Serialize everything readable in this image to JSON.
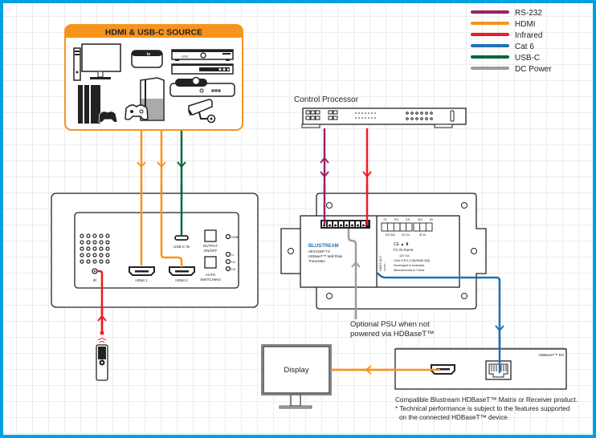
{
  "legend": [
    {
      "label": "RS-232",
      "color": "#9b2167"
    },
    {
      "label": "HDMI",
      "color": "#f7941d"
    },
    {
      "label": "Infrared",
      "color": "#ed1c24"
    },
    {
      "label": "Cat 6",
      "color": "#1f72b8"
    },
    {
      "label": "USB-C",
      "color": "#006837"
    },
    {
      "label": "DC Power",
      "color": "#9d9d9d"
    }
  ],
  "source": {
    "title": "HDMI & USB-C SOURCE",
    "devices": [
      "pc-icon",
      "apple-tv-icon",
      "set-top-box-icon",
      "blu-ray-icon",
      "game-console-icon",
      "xbox-icon",
      "cable-box-icon",
      "cctv-camera-icon"
    ],
    "apple_tv_label": "tv",
    "stb_label": "STB"
  },
  "wall_plate_front": {
    "ir_label": "IR",
    "hdmi1_label": "HDMI 1",
    "hdmi2_label": "HDMI 2",
    "usbc_label": "USB-C IN",
    "output_label_1": "OUTPUT",
    "output_label_2": "ON/OFF",
    "auto_label_1": "AUTO",
    "auto_label_2": "SWITCHING",
    "led_labels": [
      "HDB",
      "U",
      "H1",
      "H2"
    ]
  },
  "control_processor": {
    "label": "Control Processor"
  },
  "wall_plate_back": {
    "brand": "BLUSTREAM",
    "model": "HEX21WP-TX",
    "desc_1": "HDBaseT™ Wall Plate",
    "desc_2": "Transmitter",
    "terminal_labels": [
      "TX",
      "RX",
      "CH",
      "SIG",
      "5V"
    ],
    "group_labels": [
      "RS-232",
      "DC IN",
      "IR IN"
    ],
    "hdbt_out": "HDBT OUT",
    "hdbt_sub": "12VDC",
    "power_spec": "12V 1A",
    "regulatory": "CAN ICES-3 (B)/NMB-3(B)",
    "dev_1": "Developed in Australia.",
    "dev_2": "Manufactured in China."
  },
  "psu_note": {
    "line_1": "Optional PSU when not",
    "line_2": "powered via HDBaseT™"
  },
  "display": {
    "label": "Display"
  },
  "receiver": {
    "label": "HDBaseT™ RX",
    "note_1": "Compatible Blustream HDBaseT™ Matrix or Receiver product.",
    "note_2": "* Technical performance is subject to the features supported",
    "note_3": "on the connected HDBaseT™ device."
  }
}
